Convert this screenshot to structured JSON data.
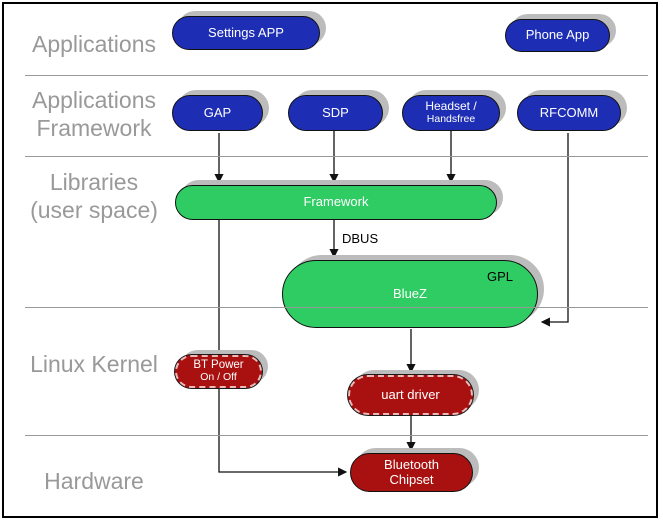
{
  "layers": [
    {
      "name": "applications",
      "label_lines": [
        "Applications"
      ]
    },
    {
      "name": "applications-framework",
      "label_lines": [
        "Applications",
        "Framework"
      ]
    },
    {
      "name": "libraries-user-space",
      "label_lines": [
        "Libraries",
        "(user space)"
      ]
    },
    {
      "name": "linux-kernel",
      "label_lines": [
        "Linux Kernel"
      ]
    },
    {
      "name": "hardware",
      "label_lines": [
        "Hardware"
      ]
    }
  ],
  "nodes": {
    "settings_app": {
      "label": "Settings APP",
      "layer": "applications",
      "color": "#1e2eb4"
    },
    "phone_app": {
      "label": "Phone App",
      "layer": "applications",
      "color": "#1e2eb4"
    },
    "gap": {
      "label": "GAP",
      "layer": "applications-framework",
      "color": "#1e2eb4"
    },
    "sdp": {
      "label": "SDP",
      "layer": "applications-framework",
      "color": "#1e2eb4"
    },
    "headset": {
      "label_lines": [
        "Headset /",
        "Handsfree"
      ],
      "layer": "applications-framework",
      "color": "#1e2eb4"
    },
    "rfcomm": {
      "label": "RFCOMM",
      "layer": "applications-framework",
      "color": "#1e2eb4"
    },
    "framework": {
      "label": "Framework",
      "layer": "libraries-user-space",
      "color": "#2ecc62"
    },
    "bluez": {
      "label": "BlueZ",
      "badge": "GPL",
      "layer": "libraries-user-space",
      "color": "#2ecc62"
    },
    "bt_power": {
      "label_lines": [
        "BT Power",
        "On / Off"
      ],
      "layer": "linux-kernel",
      "color": "#a91111",
      "border_style": "dashed"
    },
    "uart_driver": {
      "label": "uart driver",
      "layer": "linux-kernel",
      "color": "#a91111",
      "border_style": "dashed"
    },
    "bluetooth_chipset": {
      "label_lines": [
        "Bluetooth",
        "Chipset"
      ],
      "layer": "hardware",
      "color": "#a91111",
      "border_style": "solid"
    }
  },
  "edges": [
    {
      "from": "gap",
      "to": "framework"
    },
    {
      "from": "sdp",
      "to": "framework"
    },
    {
      "from": "headset",
      "to": "framework"
    },
    {
      "from": "rfcomm",
      "to": "bluez"
    },
    {
      "from": "framework",
      "to": "bluez",
      "label": "DBUS"
    },
    {
      "from": "framework",
      "to": "bluetooth_chipset",
      "via": "bt_power"
    },
    {
      "from": "bluez",
      "to": "uart_driver"
    },
    {
      "from": "uart_driver",
      "to": "bluetooth_chipset"
    }
  ],
  "colors": {
    "app_blue": "#1e2eb4",
    "lib_green": "#2ecc62",
    "kernel_red": "#a91111",
    "pill_shadow": "#bcbcbc",
    "layer_label_gray": "#999999",
    "separator_gray": "#999999",
    "connector_black": "#111111"
  }
}
